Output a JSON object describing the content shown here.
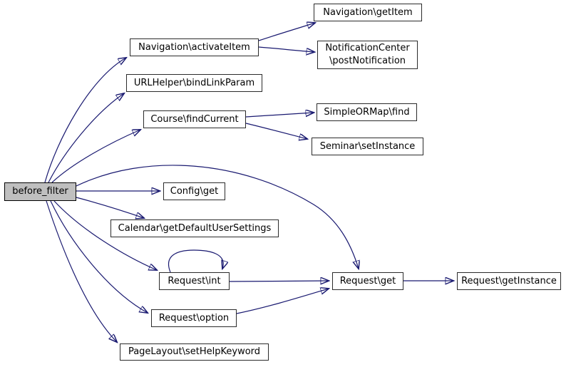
{
  "diagram": {
    "type": "call-graph",
    "edge_color": "#191970",
    "node_border_color": "#2b2b2b",
    "root_node_fill": "#bfbfbf",
    "background": "#ffffff"
  },
  "nodes": [
    {
      "id": "before_filter",
      "label": "before_filter",
      "root": true
    },
    {
      "id": "navigation_activateitem",
      "label": "Navigation\\activateItem"
    },
    {
      "id": "navigation_getitem",
      "label": "Navigation\\getItem"
    },
    {
      "id": "notificationcenter_postnotification",
      "label": "NotificationCenter\n\\postNotification"
    },
    {
      "id": "urlhelper_bindlinkparam",
      "label": "URLHelper\\bindLinkParam"
    },
    {
      "id": "course_findcurrent",
      "label": "Course\\findCurrent"
    },
    {
      "id": "simpleormap_find",
      "label": "SimpleORMap\\find"
    },
    {
      "id": "seminar_setinstance",
      "label": "Seminar\\setInstance"
    },
    {
      "id": "config_get",
      "label": "Config\\get"
    },
    {
      "id": "calendar_getdefaultusersettings",
      "label": "Calendar\\getDefaultUserSettings"
    },
    {
      "id": "request_int",
      "label": "Request\\int"
    },
    {
      "id": "request_get",
      "label": "Request\\get"
    },
    {
      "id": "request_getinstance",
      "label": "Request\\getInstance"
    },
    {
      "id": "request_option",
      "label": "Request\\option"
    },
    {
      "id": "pagelayout_sethelpkeyword",
      "label": "PageLayout\\setHelpKeyword"
    }
  ],
  "edges": [
    {
      "from": "before_filter",
      "to": "Navigation\\activateItem"
    },
    {
      "from": "before_filter",
      "to": "URLHelper\\bindLinkParam"
    },
    {
      "from": "before_filter",
      "to": "Course\\findCurrent"
    },
    {
      "from": "before_filter",
      "to": "Config\\get"
    },
    {
      "from": "before_filter",
      "to": "Calendar\\getDefaultUserSettings"
    },
    {
      "from": "before_filter",
      "to": "Request\\int"
    },
    {
      "from": "before_filter",
      "to": "Request\\option"
    },
    {
      "from": "before_filter",
      "to": "PageLayout\\setHelpKeyword"
    },
    {
      "from": "before_filter",
      "to": "Request\\get"
    },
    {
      "from": "Navigation\\activateItem",
      "to": "Navigation\\getItem"
    },
    {
      "from": "Navigation\\activateItem",
      "to": "NotificationCenter\\postNotification"
    },
    {
      "from": "Course\\findCurrent",
      "to": "SimpleORMap\\find"
    },
    {
      "from": "Course\\findCurrent",
      "to": "Seminar\\setInstance"
    },
    {
      "from": "Request\\int",
      "to": "Request\\int"
    },
    {
      "from": "Request\\int",
      "to": "Request\\get"
    },
    {
      "from": "Request\\option",
      "to": "Request\\get"
    },
    {
      "from": "Request\\get",
      "to": "Request\\getInstance"
    }
  ]
}
